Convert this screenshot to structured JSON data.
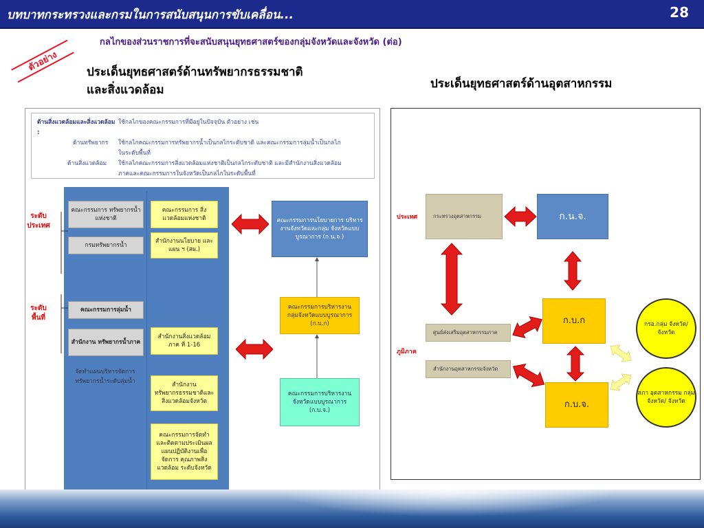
{
  "header": {
    "title": "บทบาทกระทรวงและกรมในการสนับสนุนการขับเคลื่อน...",
    "page_number": "28"
  },
  "subtitle": "กลไกของส่วนราชการที่จะสนับสนุนยุทธศาสตร์ของกลุ่มจังหวัดและจังหวัด (ต่อ)",
  "stamp": "ตัวอย่าง",
  "left_heading": "ประเด็นยุทธศาสตร์ด้านทรัพยากรธรรมชาติและสิ่งแวดล้อม",
  "right_heading": "ประเด็นยุทธศาสตร์ด้านอุตสาหกรรม",
  "left_diagram": {
    "note": [
      {
        "key": "ด้านสิ่งแวดล้อมและสิ่งแวดล้อม :",
        "text": "ใช้กลไกของคณะกรรมการที่มีอยู่ในปัจจุบัน ตัวอย่าง เช่น"
      },
      {
        "key": "ด้านทรัพยากร",
        "text": "ใช้กลไกคณะกรรมการทรัพยากรน้ำเป็นกลไกระดับชาติ และคณะกรรมการลุ่มน้ำเป็นกลไก"
      },
      {
        "key": "",
        "text": "ในระดับพื้นที่"
      },
      {
        "key": "ด้านสิ่งแวดล้อม",
        "text": "ใช้กลไกคณะกรรมการสิ่งแวดล้อมแห่งชาติเป็นกลไกระดับชาติ และมีสำนักงานสิ่งแวดล้อม"
      },
      {
        "key": "",
        "text": "ภาคและคณะกรรมการในจังหวัดเป็นกลไกในระดับพื้นที่"
      }
    ],
    "level_national": "ระดับ ประเทศ",
    "level_local": "ระดับ พื้นที่",
    "box_national_water": "คณะกรรมการ ทรัพยากรน้ำแห่งชาติ",
    "box_water_dept": "กรมทรัพยากรน้ำ",
    "box_basin_committee": "คณะกรรมการลุ่มน้ำ",
    "box_regional_water": "สำนักงาน ทรัพยากรน้ำภาค",
    "plain_basin_plan": "จัดทำแผนบริหารจัดการ ทรัพยากรน้ำระดับลุ่มน้ำ",
    "box_national_env": "คณะกรรมการ สิ่งแวดล้อมแห่งชาติ",
    "box_onep": "สำนักงานนโยบาย และแผน ฯ (สผ.)",
    "box_regional_env": "สำนักงานสิ่งแวดล้อม ภาค ที่ 1-16",
    "box_provincial_env": "สำนักงาน ทรัพยากรธรรมชาติและ สิ่งแวดล้อมจังหวัด",
    "box_provincial_committee": "คณะกรรมการจัดทำ และติดตามประเมินผล แผนปฏิบัติงานเพื่อจัดการ คุณภาพสิ่งแวดล้อม ระดับจังหวัด",
    "box_kbnj": "คณะกรรมการนโยบายการ บริหารงานจังหวัดและกลุ่ม จังหวัดแบบบูรณาการ (ก.น.จ.)",
    "box_kbk": "คณะกรรมการบริหารงาน กลุ่มจังหวัดแบบบูรณาการ (ก.บ.ก)",
    "box_kbj": "คณะกรรมการบริหารงาน จังหวัดแบบบูรณาการ (ก.บ.จ.)"
  },
  "right_diagram": {
    "level_national": "ประเทศ",
    "level_regional": "ภูมิภาค",
    "box_ministry": "กระทรวงอุตสาหกรรม",
    "box_knj": "ก.น.จ.",
    "box_regional_center": "ศูนย์ส่งเสริมอุตสาหกรรมภาค",
    "box_provincial_office": "สำนักงานอุตสาหกรรมจังหวัด",
    "box_kbk": "ก.บ.ก",
    "box_kbj": "ก.บ.จ.",
    "circle_top": "กรอ.กลุ่ม จังหวัด/ จังหวัด",
    "circle_bottom": "สภา อุตสาหกรรม กลุ่มจังหวัด/ จังหวัด"
  },
  "colors": {
    "header_bg": "#1c2a8c",
    "arrow_red": "#e21b1b",
    "level_label_red": "#e00000",
    "blue_panel": "#4f7fbf",
    "box_gold": "#ffcc00",
    "box_yellow": "#ffff99",
    "box_mint": "#7fffd4",
    "circle_yellow": "#ffff00"
  },
  "icons": [
    "double-headed-red-arrow",
    "double-headed-yellow-arrow"
  ]
}
